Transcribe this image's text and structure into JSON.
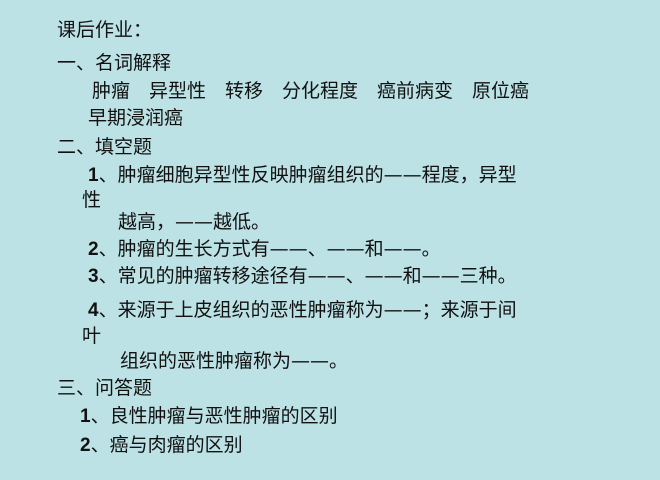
{
  "title": "课后作业：",
  "section1": {
    "heading": "一、名词解释",
    "terms_line1": "肿瘤　异型性　转移　分化程度　癌前病变　原位癌",
    "terms_line2": "早期浸润癌"
  },
  "section2": {
    "heading": "二、填空题",
    "q1": {
      "num": "1",
      "line1": "、肿瘤细胞异型性反映肿瘤组织的——程度，异型",
      "line2": "性",
      "line3": "越高，——越低。"
    },
    "q2": {
      "num": "2",
      "line1": "、肿瘤的生长方式有——、——和——。"
    },
    "q3": {
      "num": "3",
      "line1": "、常见的肿瘤转移途径有——、——和——三种。"
    },
    "q4": {
      "num": "4",
      "line1": "、来源于上皮组织的恶性肿瘤称为——；来源于间",
      "line2": "叶",
      "line3": "组织的恶性肿瘤称为——。"
    }
  },
  "section3": {
    "heading": "三、问答题",
    "q1": {
      "num": "1",
      "text": "、良性肿瘤与恶性肿瘤的区别"
    },
    "q2": {
      "num": "2",
      "text": "、癌与肉瘤的区别"
    }
  }
}
